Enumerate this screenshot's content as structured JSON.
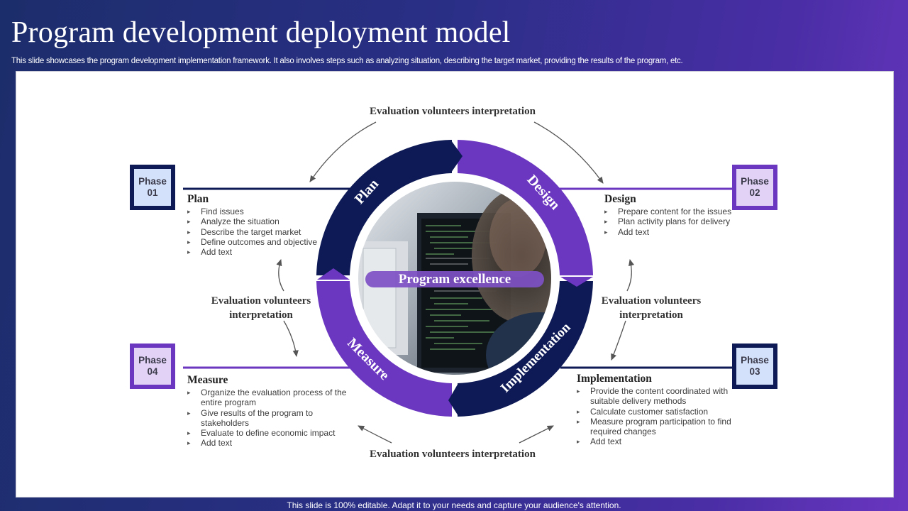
{
  "header": {
    "title": "Program development deployment model",
    "subtitle": "This slide showcases the program development implementation framework. It also involves steps such as analyzing situation, describing the target market, providing the results of the program, etc."
  },
  "footer": {
    "text": "This slide is 100% editable. Adapt it to your needs and capture your audience's attention."
  },
  "colors": {
    "navy": "#0e1a56",
    "purple": "#6b36c0",
    "phase_fill_dark": "#d4e1fb",
    "phase_fill_purple": "#e2d3f6"
  },
  "evaluation": {
    "top": "Evaluation volunteers interpretation",
    "left_line1": "Evaluation volunteers",
    "left_line2": "interpretation",
    "right_line1": "Evaluation volunteers",
    "right_line2": "interpretation",
    "bottom": "Evaluation volunteers interpretation"
  },
  "wheel": {
    "segments": {
      "plan": "Plan",
      "design": "Design",
      "implementation": "Implementation",
      "measure": "Measure"
    },
    "center_label": "Program excellence",
    "center_image": "monitor-code-photo"
  },
  "phases": [
    {
      "word": "Phase",
      "number": "01",
      "title": "Plan",
      "items": [
        "Find issues",
        "Analyze  the situation",
        "Describe the target market",
        "Define outcomes and objective",
        "Add text"
      ]
    },
    {
      "word": "Phase",
      "number": "02",
      "title": "Design",
      "items": [
        "Prepare content for the issues",
        "Plan activity  plans for delivery",
        " Add text"
      ]
    },
    {
      "word": "Phase",
      "number": "03",
      "title": "Implementation",
      "items": [
        "Provide the content coordinated with suitable delivery methods",
        "Calculate customer satisfaction",
        "Measure program participation to find required changes",
        "Add text"
      ]
    },
    {
      "word": "Phase",
      "number": "04",
      "title": "Measure",
      "items": [
        "Organize the evaluation process of the entire program",
        "Give results of the program to stakeholders",
        "Evaluate to define economic impact",
        "Add text"
      ]
    }
  ]
}
